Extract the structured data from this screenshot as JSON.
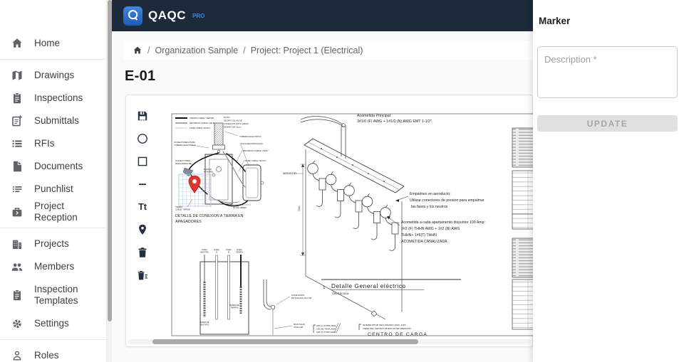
{
  "app": {
    "brand": "QAQC",
    "brand_suffix": "PRO"
  },
  "sidebar": {
    "items": [
      {
        "label": "Home",
        "icon": "home-icon"
      },
      {
        "label": "Drawings",
        "icon": "map-icon"
      },
      {
        "label": "Inspections",
        "icon": "clipboard-icon"
      },
      {
        "label": "Submittals",
        "icon": "document-add-icon"
      },
      {
        "label": "RFIs",
        "icon": "list-icon"
      },
      {
        "label": "Documents",
        "icon": "file-icon"
      },
      {
        "label": "Punchlist",
        "icon": "checklist-icon"
      },
      {
        "label": "Project Reception",
        "icon": "briefcase-icon"
      },
      {
        "label": "Projects",
        "icon": "building-icon"
      },
      {
        "label": "Members",
        "icon": "people-icon"
      },
      {
        "label": "Inspection Templates",
        "icon": "clipboard-icon"
      },
      {
        "label": "Settings",
        "icon": "gear-icon"
      },
      {
        "label": "Roles",
        "icon": "person-icon"
      }
    ]
  },
  "breadcrumb": {
    "separator": "/",
    "crumbs": [
      "Organization Sample",
      "Project: Project 1 (Electrical)"
    ]
  },
  "page": {
    "title": "E-01"
  },
  "toolbar": {
    "tools": [
      {
        "name": "save",
        "icon": "floppy-disk-icon"
      },
      {
        "name": "circle",
        "icon": "circle-icon"
      },
      {
        "name": "rectangle",
        "icon": "square-icon"
      },
      {
        "name": "line",
        "icon": "line-icon"
      },
      {
        "name": "text",
        "icon": "text-icon",
        "glyph": "Tt"
      },
      {
        "name": "marker",
        "icon": "location-pin-icon"
      },
      {
        "name": "delete",
        "icon": "trash-icon"
      },
      {
        "name": "clear-all",
        "icon": "trash-list-icon"
      }
    ]
  },
  "drawing": {
    "annotations": {
      "legend_tierra": "TIERRA CABLE \"VERDE\"",
      "legend_retorno": "RETORNO CABLE \"AZUL\"",
      "legend_fase": "FASE CABLE \"ROJO\"",
      "nota_1": "NOTA:",
      "nota_2": "DEJAR COLAS DE",
      "nota_3": "CONEXION CON LARGO",
      "nota_4": "MINIMO DE 15cm.",
      "conect_tuberia_1": "CONECTORES PARA",
      "conect_tuberia_2": "TUBERIA ELECTRICA",
      "conect_empalme_1": "CONECTORES",
      "conect_empalme_2": "PARA EMPALME",
      "callout_tuberia": "TUBERIA ELECTRICA",
      "callout_caja": "CAJA RECTANGULAR",
      "callout_retorno": "RETORNO CABLE \"AZUL\"",
      "callout_fase": "FASE CABLE \"ROJO\"",
      "callout_puesta_1": "PUESTA",
      "callout_puesta_2": "A TIERRA",
      "callout_tierra_1": "TIERRA",
      "callout_tierra_2": "CABLE \"VERDE\"",
      "callout_10cm": "10 CM LIBRES",
      "detalle_1": "DETALLE DE CONEXION A TIERRA EN",
      "detalle_2": "APAGADORES",
      "acometida_1": "Acometida Principal:",
      "acometida_2": "3#1/0 (F) AWG + 1#1/0 (N) AWG EMT 1-1/2\"",
      "medidor": "MEDIDOR",
      "dim_3m": "3.0m",
      "empalmes_1": "Empalmes en aeroducto:",
      "empalmes_2": "Utilizar conectores de presion para empalmar",
      "empalmes_3": "las fases y los neutros",
      "apto_1": "Acometida a cada apartamento disyuntor 100 Amp:",
      "apto_2": "2#2 (F) THHN AWG + 1#2 (N) AWG",
      "apto_3": "THHN+ 1#6(T) THHN",
      "apto_4": "ACOMETIDA CANALIZADA",
      "linea_word": "LINEA",
      "linea_1": "NEUTRA",
      "linea_2": "A",
      "linea_3": "B",
      "linea_4": "TIERRA",
      "barra_n1": "BARRA DE",
      "barra_n2": "NEUTROS",
      "barra_t1": "BARRA DE",
      "barra_t2": "TIERRAS",
      "conduleta_1": "CONDULETA",
      "conduleta_2": "BOTAGUAS 32mmØ",
      "thhn_1": "5#10 THHN",
      "thhn_2": "C50mmØ",
      "dg_num": "1",
      "dg_title": "Detalle General eléctrico",
      "dg_scale": "SIN ESCALA",
      "cables_1": "2#2 (L) THHN AWG",
      "cables_2": "1#2 (N) THHN AWG",
      "cables_3": "1#6 (T) THHN AWG",
      "interruptor_1": "INTERRUPTOR SECUNDARIO 100A, 240V",
      "interruptor_2": "VIENE DEL CENTRO MODULAR DE MEDICIÓN",
      "centro_carga": "CENTRO DE CARGA"
    }
  },
  "marker_panel": {
    "title": "Marker",
    "description_placeholder": "Description *",
    "update_label": "UPDATE"
  },
  "colors": {
    "header_bg": "#1c2a3a",
    "accent_blue": "#3f87e0",
    "pin_red": "#e0352f",
    "grid_blue": "#a9bfe4",
    "tool_icon": "#223042",
    "sidebar_icon": "#5f6368"
  }
}
